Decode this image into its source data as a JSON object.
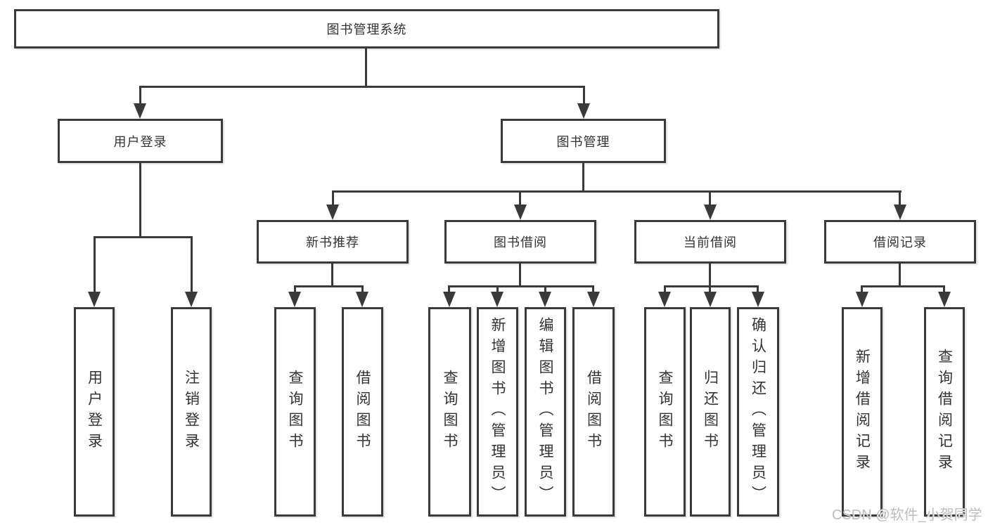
{
  "diagram": {
    "root": {
      "label": "图书管理系统"
    },
    "branches": [
      {
        "label": "用户登录",
        "children": [
          {
            "label": "用户登录"
          },
          {
            "label": "注销登录"
          }
        ]
      },
      {
        "label": "图书管理",
        "children": [
          {
            "label": "新书推荐",
            "children": [
              {
                "label": "查询图书"
              },
              {
                "label": "借阅图书"
              }
            ]
          },
          {
            "label": "图书借阅",
            "children": [
              {
                "label": "查询图书"
              },
              {
                "label": "新增图书（管理员）"
              },
              {
                "label": "编辑图书（管理员）"
              },
              {
                "label": "借阅图书"
              }
            ]
          },
          {
            "label": "当前借阅",
            "children": [
              {
                "label": "查询图书"
              },
              {
                "label": "归还图书"
              },
              {
                "label": "确认归还（管理员）"
              }
            ]
          },
          {
            "label": "借阅记录",
            "children": [
              {
                "label": "新增借阅记录"
              },
              {
                "label": "查询借阅记录"
              }
            ]
          }
        ]
      }
    ]
  },
  "watermark": {
    "text": "CSDN @软件_小贺同学"
  },
  "colors": {
    "line": "#3a3a3a",
    "text": "#333333",
    "watermark": "#bcbcbc",
    "background": "#ffffff"
  }
}
